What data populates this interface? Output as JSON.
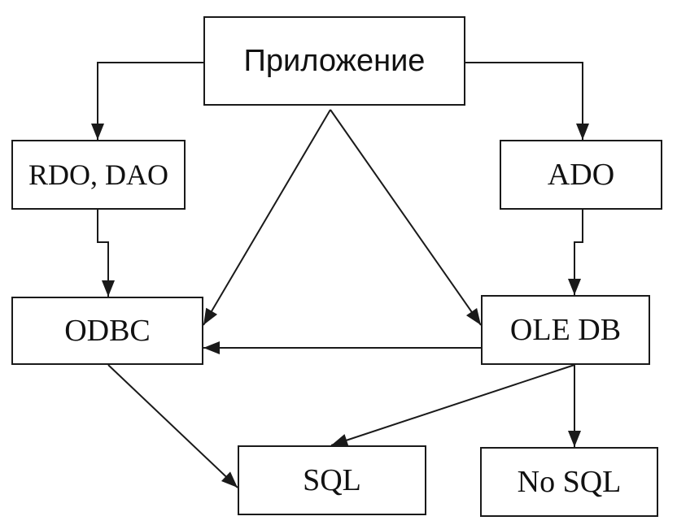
{
  "nodes": {
    "app": "Приложение",
    "rdo_dao": "RDO, DAO",
    "ado": "ADO",
    "odbc": "ODBC",
    "ole_db": "OLE DB",
    "sql": "SQL",
    "no_sql": "No SQL"
  },
  "edges": [
    {
      "from": "app",
      "to": "rdo_dao"
    },
    {
      "from": "app",
      "to": "ado"
    },
    {
      "from": "app",
      "to": "odbc"
    },
    {
      "from": "app",
      "to": "ole_db"
    },
    {
      "from": "rdo_dao",
      "to": "odbc"
    },
    {
      "from": "ado",
      "to": "ole_db"
    },
    {
      "from": "ole_db",
      "to": "odbc"
    },
    {
      "from": "odbc",
      "to": "sql"
    },
    {
      "from": "ole_db",
      "to": "sql"
    },
    {
      "from": "ole_db",
      "to": "no_sql"
    }
  ],
  "colors": {
    "line": "#1a1a1a",
    "text": "#111111",
    "background": "#ffffff"
  }
}
